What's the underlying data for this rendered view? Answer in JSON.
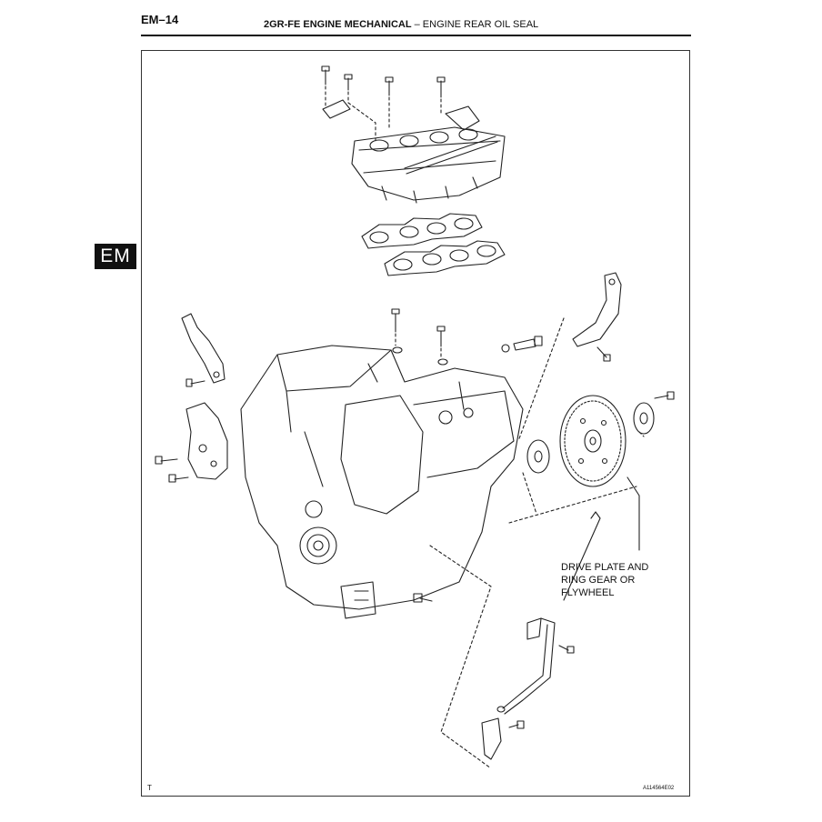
{
  "header": {
    "page_number": "EM–14",
    "section": "2GR-FE ENGINE MECHANICAL",
    "separator": " – ",
    "subsection": "ENGINE REAR OIL SEAL"
  },
  "tab_label": "EM",
  "callout": {
    "line1": "DRIVE PLATE AND",
    "line2": "RING GEAR OR",
    "line3": "FLYWHEEL"
  },
  "footer": {
    "corner_mark": "T",
    "figure_id": "A114564E02"
  }
}
